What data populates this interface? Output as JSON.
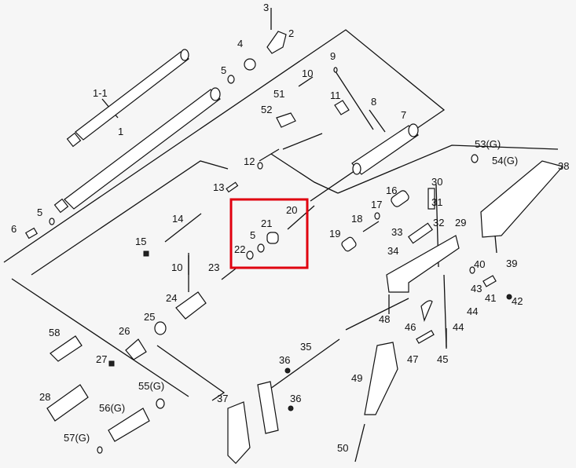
{
  "diagram": {
    "highlight_color": "#e0000f",
    "labels": {
      "l1": "1-1",
      "l2": "1",
      "l3": "2",
      "l4": "3",
      "l5": "4",
      "l6": "5",
      "l7": "9",
      "l8": "10",
      "l9": "51",
      "l10": "11",
      "l11": "8",
      "l12": "52",
      "l13": "7",
      "l14": "53(G)",
      "l15": "54(G)",
      "l16": "38",
      "l17": "12",
      "l18": "13",
      "l19": "5",
      "l20": "6",
      "l21": "14",
      "l22": "15",
      "l23": "20",
      "l24": "21",
      "l25": "5",
      "l26": "22",
      "l27": "16",
      "l28": "17",
      "l29": "18",
      "l30": "19",
      "l31": "30",
      "l32": "31",
      "l33": "33",
      "l34": "32",
      "l35": "29",
      "l36": "34",
      "l37": "39",
      "l38": "40",
      "l39": "43",
      "l40": "41",
      "l41": "42",
      "l42": "10",
      "l43": "23",
      "l44": "24",
      "l45": "25",
      "l46": "48",
      "l47": "46",
      "l48": "44",
      "l49": "44",
      "l50": "45",
      "l51": "47",
      "l52": "58",
      "l53": "26",
      "l54": "27",
      "l55": "35",
      "l56": "36",
      "l57": "36",
      "l58": "49",
      "l59": "28",
      "l60": "55(G)",
      "l61": "56(G)",
      "l62": "57(G)",
      "l63": "37",
      "l64": "50"
    }
  }
}
